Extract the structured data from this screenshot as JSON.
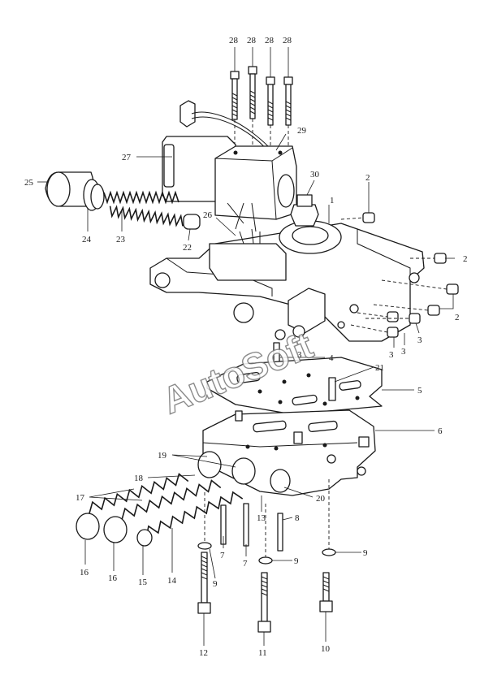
{
  "watermark": "AutoSoft",
  "labels": {
    "l28a": "28",
    "l28b": "28",
    "l28c": "28",
    "l28d": "28",
    "l29": "29",
    "l27": "27",
    "l25": "25",
    "l30": "30",
    "l2a": "2",
    "l1": "1",
    "l2b": "2",
    "l2c": "2",
    "l26": "26",
    "l24": "24",
    "l23": "23",
    "l22": "22",
    "l3a": "3",
    "l3b": "3",
    "l3c": "3",
    "l3d": "3",
    "l4": "4",
    "l21": "21",
    "l5": "5",
    "l6": "6",
    "l19": "19",
    "l18": "18",
    "l17": "17",
    "l20": "20",
    "l13": "13",
    "l8": "8",
    "l7a": "7",
    "l7b": "7",
    "l16a": "16",
    "l16b": "16",
    "l15": "15",
    "l14": "14",
    "l9a": "9",
    "l9b": "9",
    "l9c": "9",
    "l12": "12",
    "l11": "11",
    "l10": "10"
  }
}
